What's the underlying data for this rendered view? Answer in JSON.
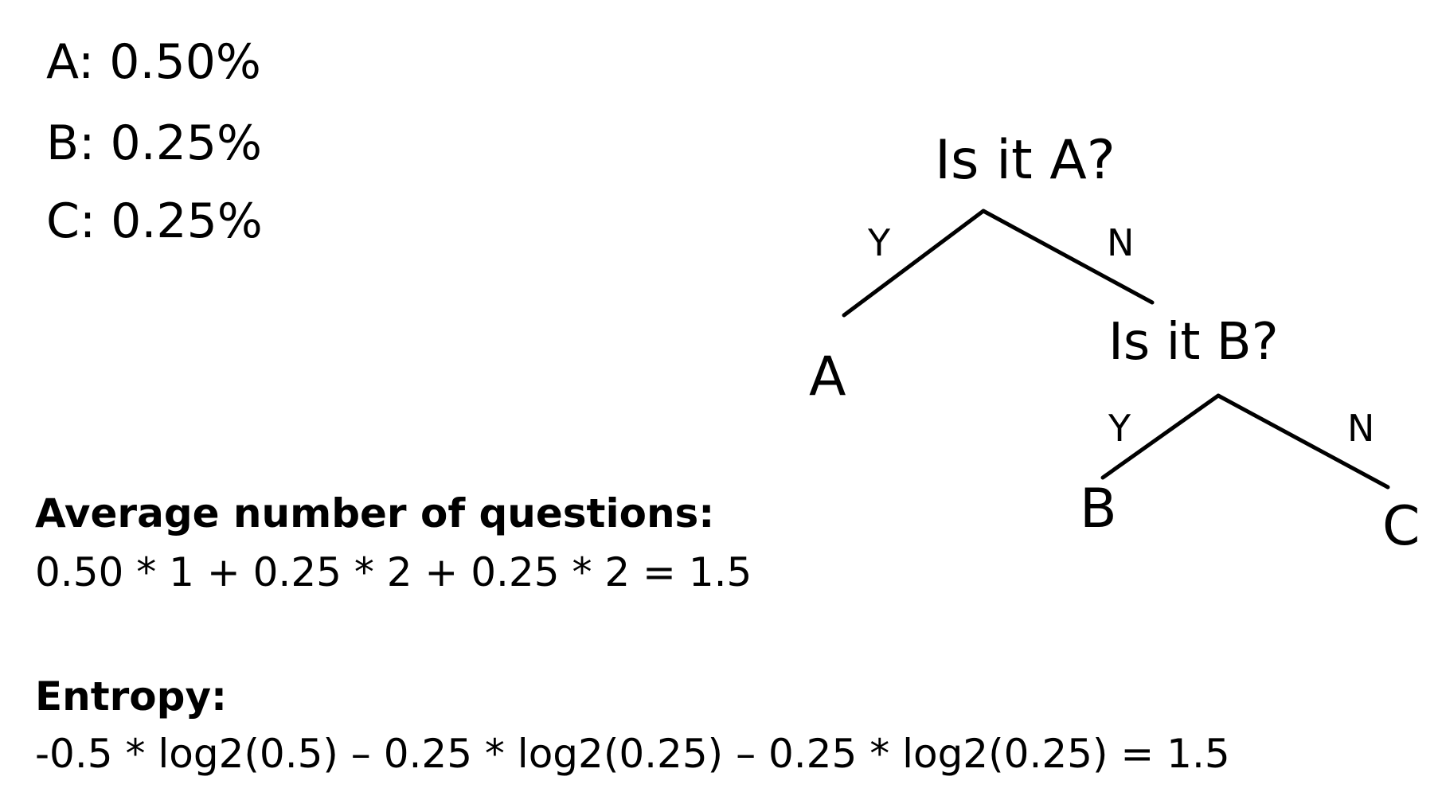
{
  "probabilities": [
    {
      "label": "A: 0.50%"
    },
    {
      "label": "B: 0.25%"
    },
    {
      "label": "C: 0.25%"
    }
  ],
  "tree": {
    "root_question": "Is it A?",
    "root_yes_label": "Y",
    "root_no_label": "N",
    "leaf_a": "A",
    "second_question": "Is it B?",
    "second_yes_label": "Y",
    "second_no_label": "N",
    "leaf_b": "B",
    "leaf_c": "C"
  },
  "average": {
    "heading": "Average number of questions:",
    "formula": "0.50 * 1 + 0.25 * 2  + 0.25 * 2 = 1.5"
  },
  "entropy": {
    "heading": "Entropy:",
    "formula": "-0.5 * log2(0.5) – 0.25 * log2(0.25) – 0.25 * log2(0.25) = 1.5"
  }
}
